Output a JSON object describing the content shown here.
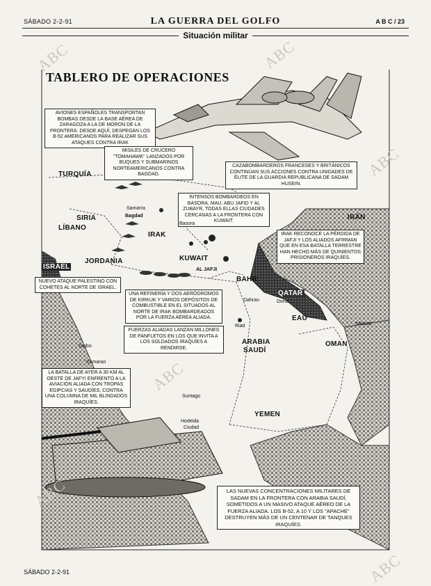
{
  "header": {
    "date": "SÁBADO 2-2-91",
    "title": "LA GUERRA DEL GOLFO",
    "page": "A B C / 23",
    "section": "Situación militar"
  },
  "panel_title": "TABLERO DE OPERACIONES",
  "watermark": "ABC",
  "callouts": {
    "aviones_espanoles": "AVIONES ESPAÑOLES TRANSPORTAN BOMBAS DESDE LA BASE AÉREA DE ZARAGOZA A LA DE MORÓN DE LA FRONTERA. DESDE AQUÍ, DESPEGAN LOS B-52 AMERICANOS PARA REALIZAR SUS ATAQUES CONTRA IRAK",
    "misiles": "MISILES DE CRUCERO \"TOMAHAWK\" LANZADOS POR BUQUES Y SUBMARINOS NORTEAMERICANOS CONTRA BAGDAD.",
    "cazabombarderos": "CAZABOMBARDEROS FRANCESES Y BRITÁNICOS CONTINÚAN SUS ACCIONES CONTRA UNIDADES DE ÉLITE DE LA GUARDIA REPUBLICANA DE SADAM HUSEIN.",
    "intensos": "INTENSOS BOMBARDEOS EN BASORA, MAU, ABU JAFID Y AL ZUBAYR, TODAS ELLAS CIUDADES CERCANAS A LA FRONTERA CON KUWAIT.",
    "irak_reconoce": "IRAK RECONOCE LA PÉRDIDA DE JAFJI Y LOS ALIADOS AFIRMAN QUE EN ESA BATALLA TERRESTRE HAN HECHO MÁS DE QUINIENTOS PRISIONEROS IRAQUÍES.",
    "nuevo_ataque": "NUEVO ATAQUE PALESTINO CON COHETES AL NORTE DE ISRAEL.",
    "refineria": "UNA REFINERÍA Y DOS AERÓDROMOS DE KIRKUK Y VARIOS DEPÓSITOS DE COMBUSTIBLE EN EL SITUADOS AL NORTE DE IRAK BOMBARDEADOS POR LA FUERZA AÉREA ALIADA.",
    "fuerzas_aliadas": "FUERZAS ALIADAS LANZAN MILLONES DE PANFLETOS EN LOS QUE INVITA A LOS SOLDADOS IRAQUÍES A RENDIRSE.",
    "batalla": "LA BATALLA DE AYER A 30 KM AL OESTE DE JAFYI ENFRENTÓ A LA AVIACIÓN ALIADA CON TROPAS EGIPCIAS Y SAUDÍES, CONTRA UNA COLUMNA DE MIL BLINDADOS IRAQUÍES.",
    "nuevas": "LAS NUEVAS CONCENTRACIONES MILITARES DE SADAM EN LA FRONTERA CON ARABIA SAUDÍ, SOMETIDOS A UN MASIVO ATAQUE AÉREO DE LA FUERZA ALIADA. LOS B-52, A 10 Y LOS \"APACHE\" DESTRUYEN MÁS DE UN CENTENAR DE TANQUES IRAQUÍES."
  },
  "countries": {
    "turquia": "TURQUÍA",
    "siria": "SIRIA",
    "libano": "LÍBANO",
    "israel": "ISRAEL",
    "jordania": "JORDANIA",
    "irak": "IRAK",
    "kuwait": "KUWAIT",
    "iran": "IRÁN",
    "qatar": "QATAR",
    "eau": "EAU",
    "oman": "OMAN",
    "arabia": "ARABIA",
    "saudi": "SAUDÍ",
    "yemen": "YEMEN",
    "bahrain": "BAHR"
  },
  "cities": {
    "samarra": "Samarra",
    "bagdad": "Bagdad",
    "basora": "Basora",
    "al_jafji": "AL JAFJI",
    "dahran": "Dahran",
    "doha": "Doha",
    "riad": "Riad",
    "mascat": "Mascat",
    "yanbo": "Yanbo",
    "kamaran": "Kamaran",
    "hodeida": "Hodeida",
    "suntago": "Suntago",
    "ciudad": "Ciudad"
  },
  "footer": {
    "date": "SÁBADO 2-2-91"
  }
}
